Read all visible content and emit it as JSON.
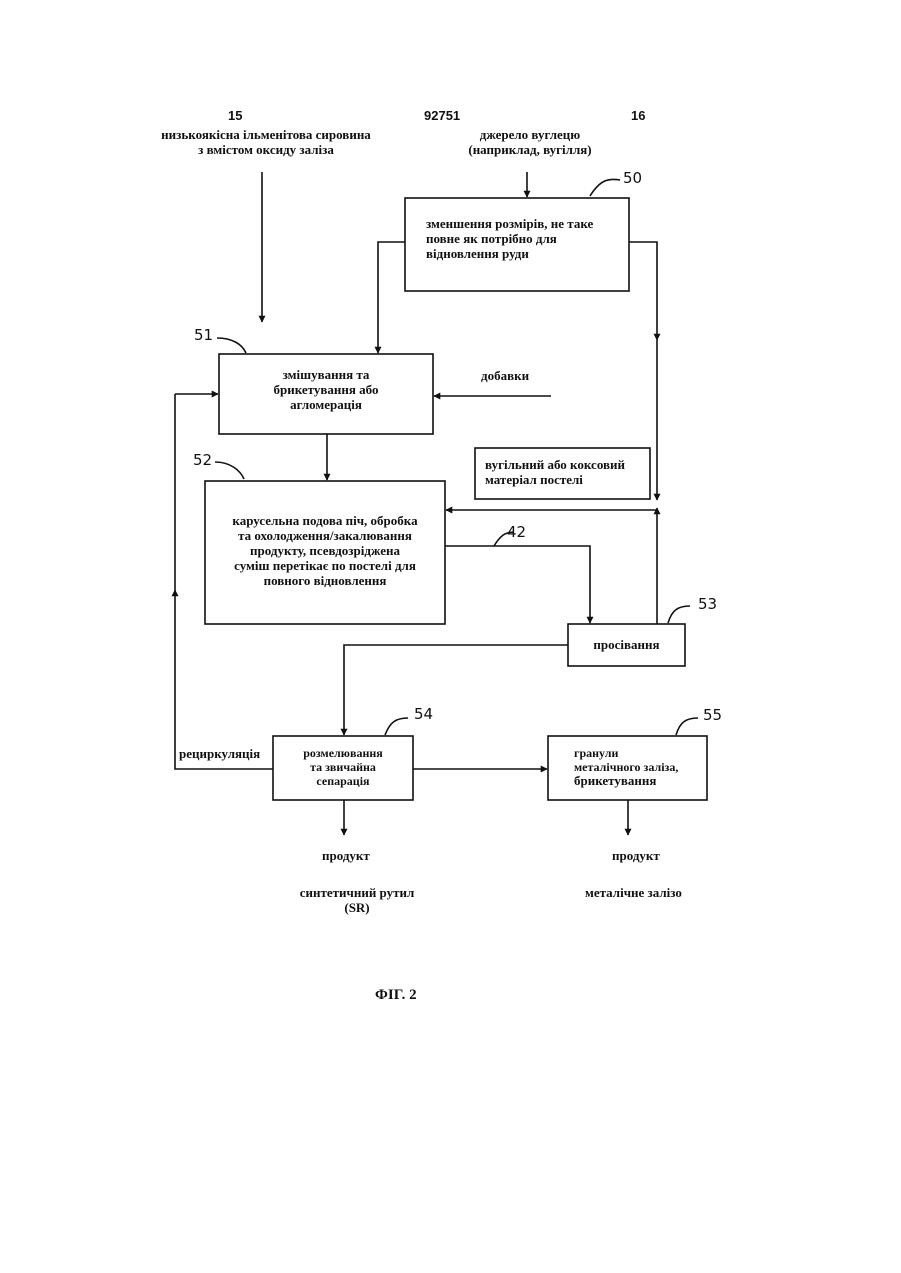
{
  "header": {
    "left_page": "15",
    "patent_number": "92751",
    "right_page": "16"
  },
  "inputs": {
    "ore": [
      "низькоякісна ільменітова сировина",
      "з вмістом оксиду заліза"
    ],
    "carbon": [
      "джерело вуглецю",
      "(наприклад, вугілля)"
    ],
    "additives": "добавки",
    "bed_material": [
      "вугільний або коксовий",
      "матеріал постелі"
    ]
  },
  "boxes": {
    "size_reduction": {
      "ref": "50",
      "lines": [
        "зменшення розмірів, не таке",
        "повне як потрібно для",
        "відновлення руди"
      ]
    },
    "mixing": {
      "ref": "51",
      "lines": [
        "змішування та",
        "брикетування або",
        "агломерація"
      ]
    },
    "furnace": {
      "ref": "52",
      "lines": [
        "карусельна подова піч, обробка",
        "та охолодження/закалювання",
        "продукту, псевдозріджена",
        "суміш перетікає по постелі для",
        "повного відновлення"
      ]
    },
    "flow_ref": "42",
    "screening": {
      "ref": "53",
      "label": "просівання"
    },
    "grinding": {
      "ref": "54",
      "lines": [
        "розмелювання",
        "та звичайна",
        "сепарація"
      ]
    },
    "iron": {
      "ref": "55",
      "lines": [
        "гранули",
        "металічного заліза,",
        "брикетування"
      ]
    }
  },
  "labels": {
    "recirculation": "рециркуляція",
    "product_left": "продукт",
    "product_right": "продукт",
    "synthetic_rutile": [
      "синтетичний рутил",
      "(SR)"
    ],
    "metallic_iron": "металічне залізо"
  },
  "figure_caption": "ФІГ. 2"
}
